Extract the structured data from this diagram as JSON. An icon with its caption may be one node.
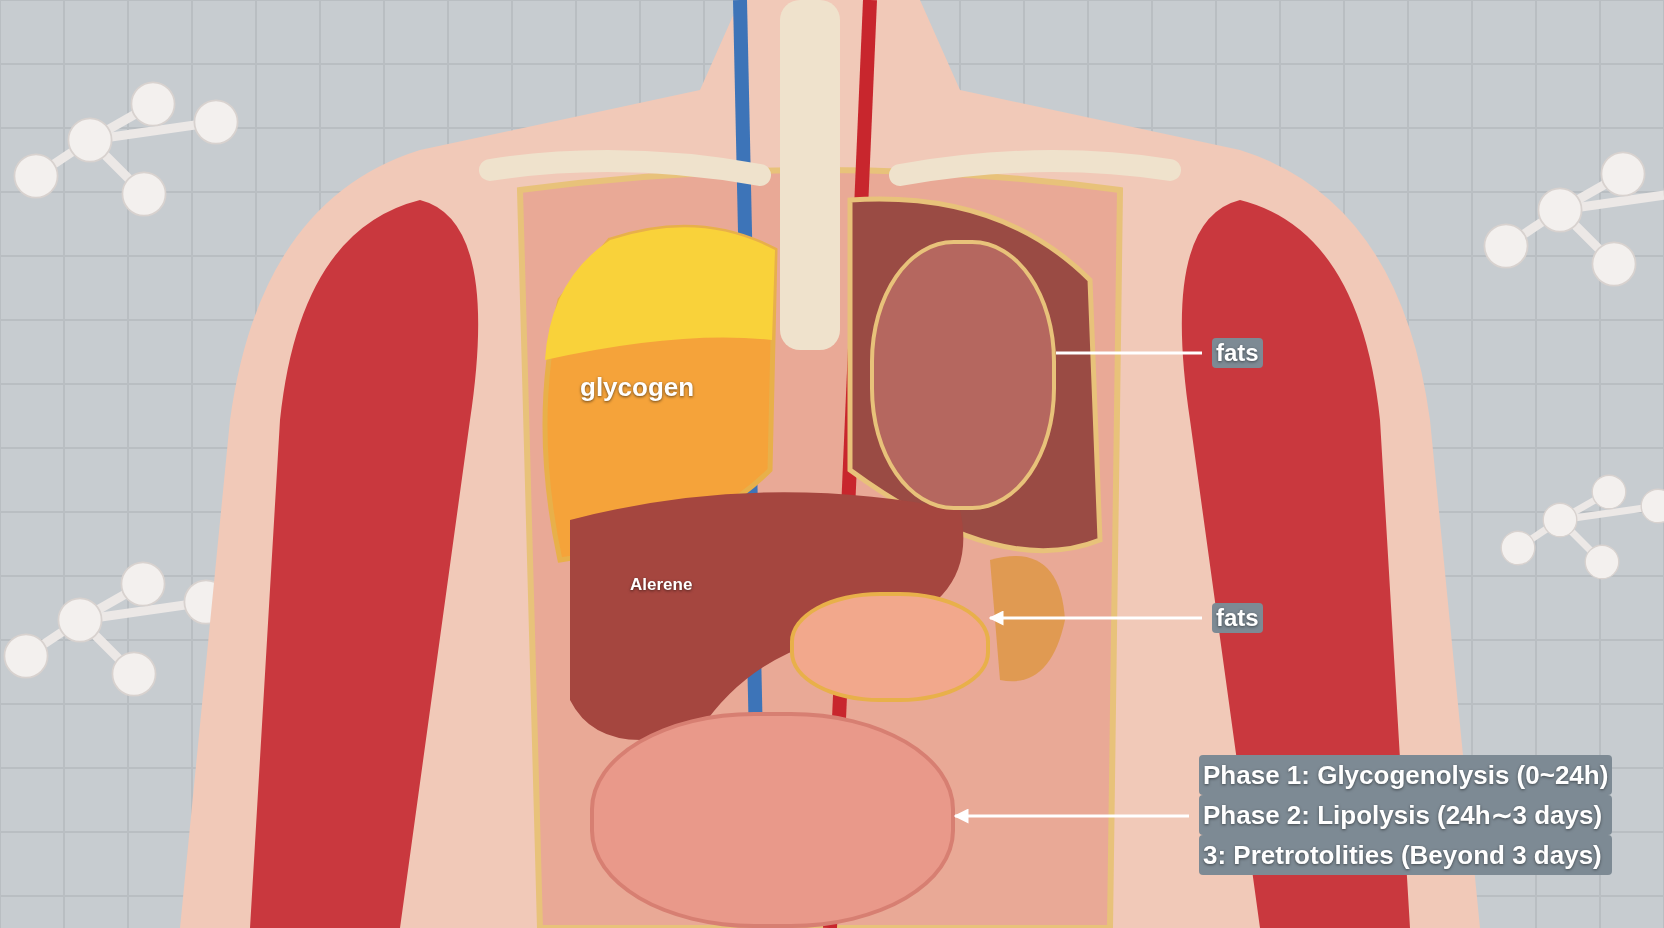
{
  "diagram": {
    "nodes": [
      {
        "text": [
          "fats"
        ]
      },
      {
        "text": [],
        "shape": "picture"
      },
      {
        "text": [
          "fats"
        ]
      },
      {
        "text": [],
        "shape": "picture"
      },
      {
        "text": [
          "Phase 1: Glycogenolysis (0~24h)",
          "Phase 2: Lipolysis (24h∼3 days)",
          "3: Pretrotolities (Beyond 3 days)"
        ]
      },
      {
        "text": [],
        "shape": "picture"
      }
    ],
    "edges": [
      {
        "from": 0,
        "to": 1,
        "arrow": "none"
      },
      {
        "from": 2,
        "to": 3,
        "arrow": "to"
      },
      {
        "from": 4,
        "to": 5,
        "arrow": "to"
      }
    ],
    "labels": [
      "glycogen",
      "Alerene"
    ]
  }
}
